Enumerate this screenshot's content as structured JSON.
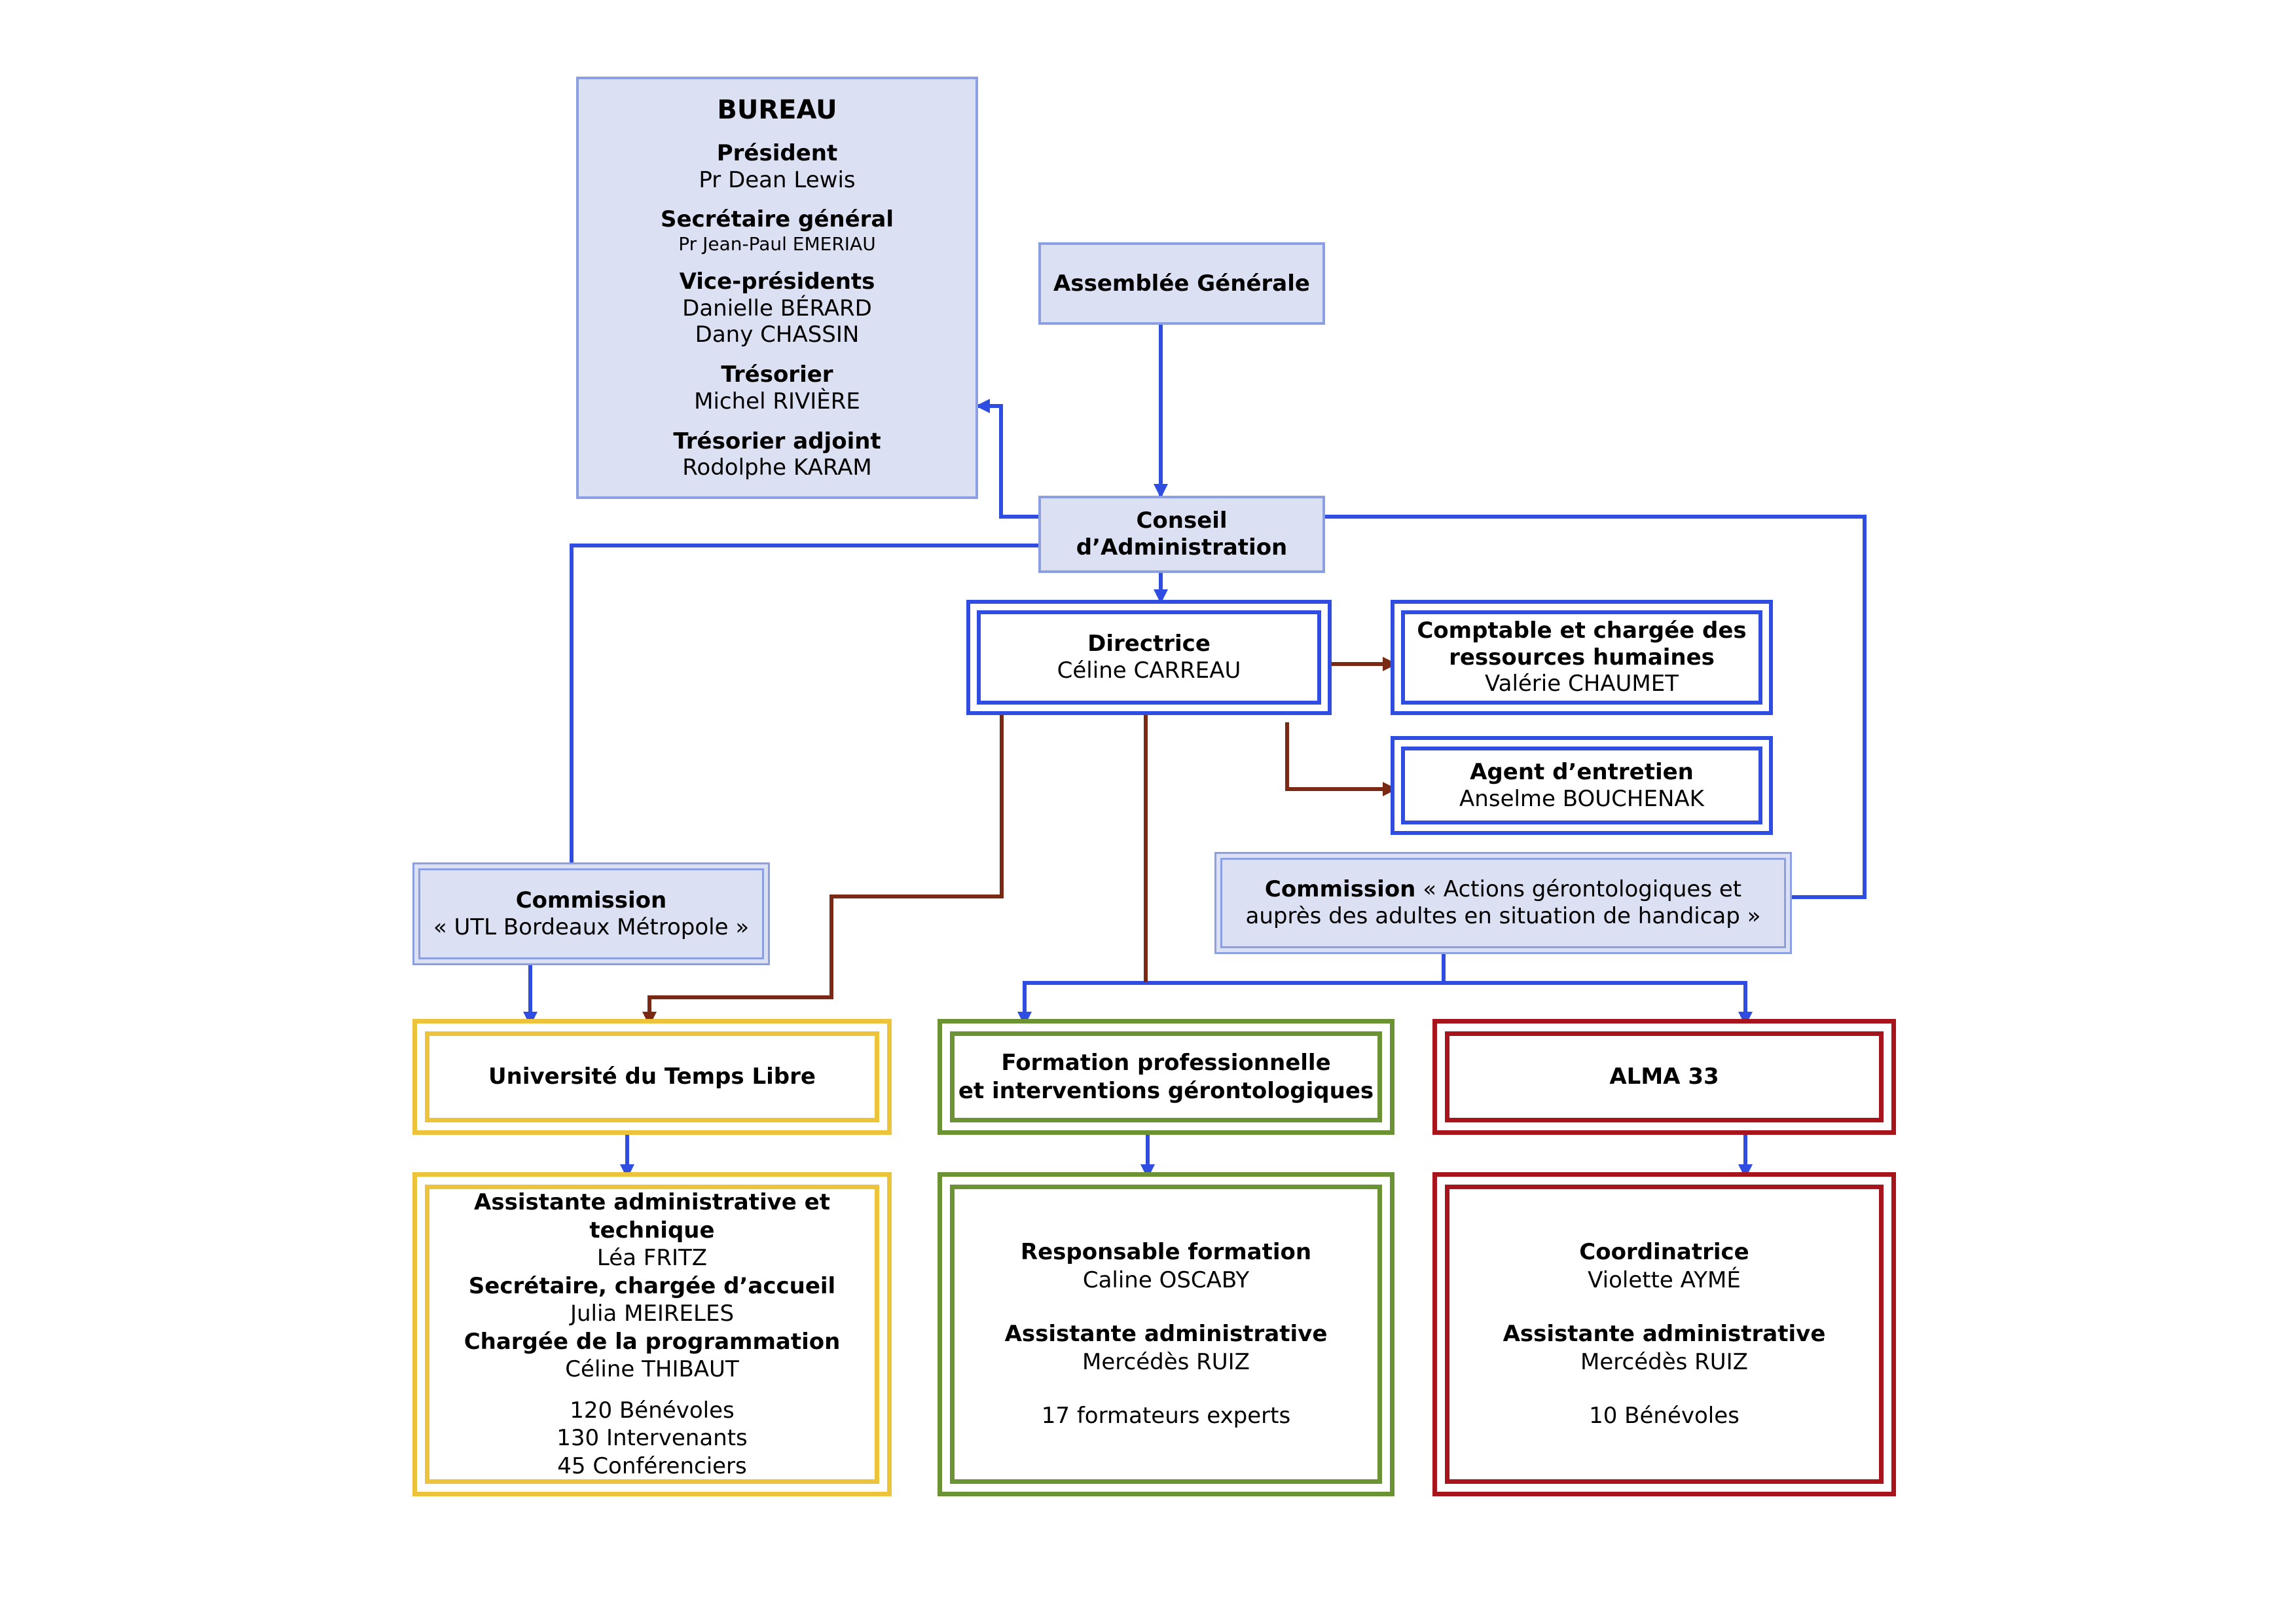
{
  "colors": {
    "blue_line": "#2f4de0",
    "brown_line": "#7a2a14",
    "lavender_fill": "#dce0f3",
    "lavender_border": "#8c9fe3",
    "yellow": "#ecc33b",
    "green": "#6b9334",
    "red": "#a8141c"
  },
  "bureau": {
    "title": "BUREAU",
    "president_role": "Président",
    "president_name": "Pr Dean Lewis",
    "secretary_role": "Secrétaire général",
    "secretary_name": "Pr Jean-Paul EMERIAU",
    "vp_role": "Vice-présidents",
    "vp_name_1": "Danielle BÉRARD",
    "vp_name_2": "Dany CHASSIN",
    "treasurer_role": "Trésorier",
    "treasurer_name": "Michel RIVIÈRE",
    "deputy_treasurer_role": "Trésorier adjoint",
    "deputy_treasurer_name": "Rodolphe KARAM"
  },
  "assemblee": {
    "title": "Assemblée Générale"
  },
  "conseil": {
    "line1": "Conseil",
    "line2": "d’Administration"
  },
  "directrice": {
    "role": "Directrice",
    "name": "Céline CARREAU"
  },
  "comptable": {
    "role_line1": "Comptable et chargée des",
    "role_line2": "ressources humaines",
    "name": "Valérie CHAUMET"
  },
  "agent": {
    "role": "Agent d’entretien",
    "name": "Anselme BOUCHENAK"
  },
  "commission_utl": {
    "label": "Commission",
    "text": "« UTL Bordeaux Métropole »"
  },
  "commission_geronto": {
    "label": "Commission",
    "text_line1": " « Actions gérontologiques et",
    "text_line2": "auprès des adultes en situation de handicap »"
  },
  "utl": {
    "title": "Université du Temps Libre",
    "role1": "Assistante administrative et technique",
    "name1": "Léa FRITZ",
    "role2": "Secrétaire, chargée d’accueil",
    "name2": "Julia MEIRELES",
    "role3": "Chargée de la programmation",
    "name3": "Céline THIBAUT",
    "count1": "120 Bénévoles",
    "count2": "130 Intervenants",
    "count3": "45 Conférenciers"
  },
  "formation": {
    "title_line1": "Formation professionnelle",
    "title_line2": "et interventions gérontologiques",
    "role1": "Responsable formation",
    "name1": "Caline OSCABY",
    "role2": "Assistante administrative",
    "name2": "Mercédès RUIZ",
    "count1": "17 formateurs experts"
  },
  "alma": {
    "title": "ALMA 33",
    "role1": "Coordinatrice",
    "name1": "Violette AYMÉ",
    "role2": "Assistante administrative",
    "name2": "Mercédès RUIZ",
    "count1": "10 Bénévoles"
  }
}
